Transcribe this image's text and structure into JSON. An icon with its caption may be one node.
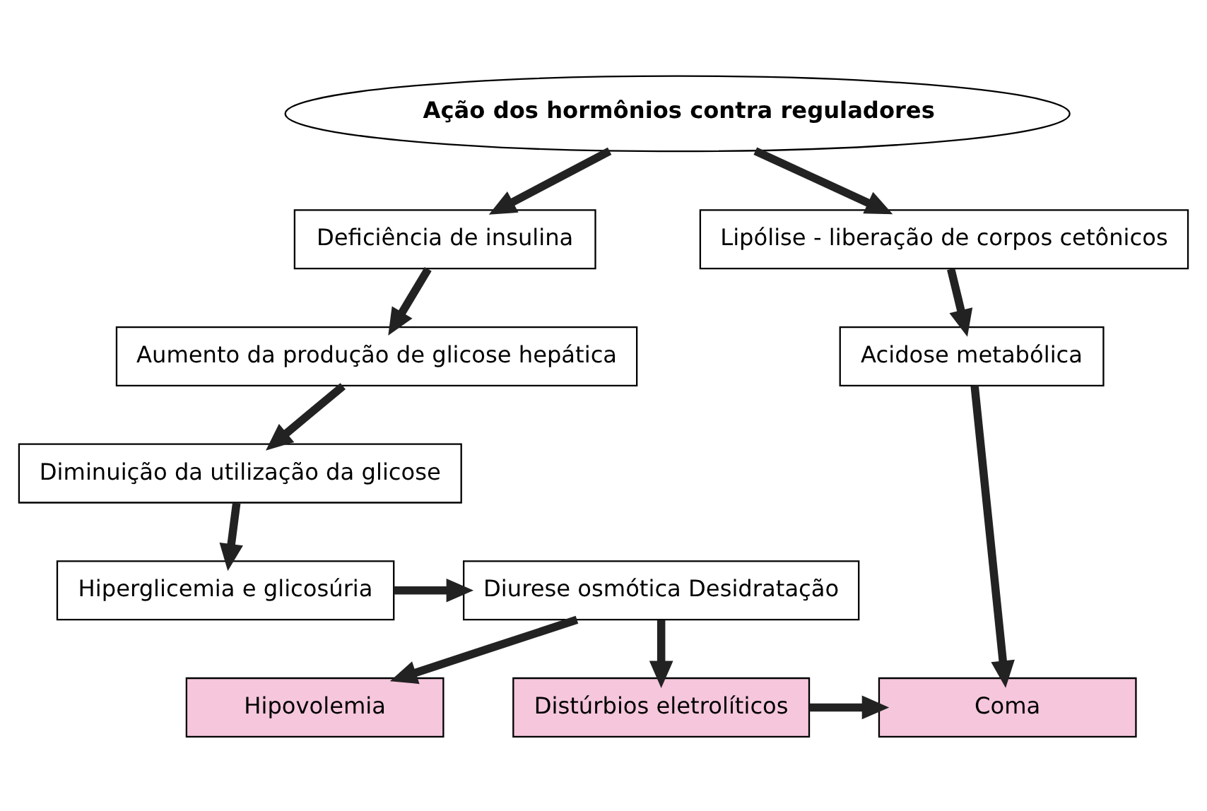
{
  "diagram": {
    "nodes": [
      {
        "text": [
          "Ação dos hormônios contra reguladores"
        ]
      },
      {
        "text": [
          "Deficiência de insulina"
        ]
      },
      {
        "text": [
          "Lipólise - liberação de corpos cetônicos"
        ]
      },
      {
        "text": [
          "Aumento da produção de glicose hepática"
        ]
      },
      {
        "text": [
          "Acidose metabólica"
        ]
      },
      {
        "text": [
          "Diminuição da utilização da glicose"
        ]
      },
      {
        "text": [
          "Hiperglicemia e glicosúria"
        ]
      },
      {
        "text": [
          "Diurese osmótica Desidratação"
        ]
      },
      {
        "text": [
          "Hipovolemia"
        ]
      },
      {
        "text": [
          "Distúrbios eletrolíticos"
        ]
      },
      {
        "text": [
          "Coma"
        ]
      }
    ],
    "edges": [
      {
        "from": 0,
        "to": 1,
        "arrow": "to"
      },
      {
        "from": 0,
        "to": 2,
        "arrow": "to"
      },
      {
        "from": 1,
        "to": 3,
        "arrow": "to"
      },
      {
        "from": 2,
        "to": 4,
        "arrow": "to"
      },
      {
        "from": 3,
        "to": 5,
        "arrow": "to"
      },
      {
        "from": 5,
        "to": 6,
        "arrow": "to"
      },
      {
        "from": 6,
        "to": 7,
        "arrow": "to"
      },
      {
        "from": 7,
        "to": 8,
        "arrow": "to"
      },
      {
        "from": 7,
        "to": 9,
        "arrow": "to"
      },
      {
        "from": 9,
        "to": 10,
        "arrow": "to"
      },
      {
        "from": 4,
        "to": 10,
        "arrow": "to"
      }
    ]
  }
}
